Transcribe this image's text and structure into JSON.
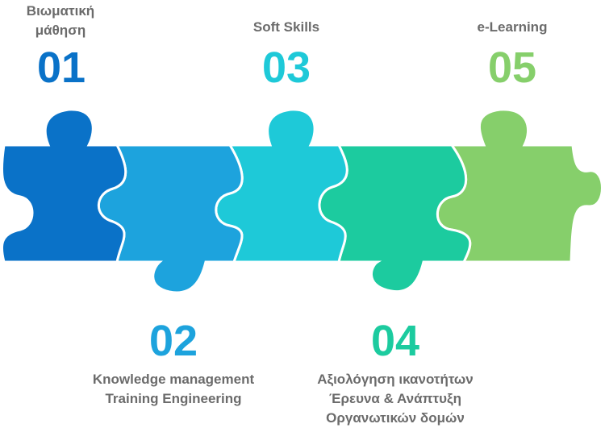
{
  "steps": [
    {
      "number": "01",
      "lines": [
        "Βιωματική",
        "μάθηση"
      ],
      "color": "#0a72c8"
    },
    {
      "number": "02",
      "lines": [
        "Knowledge management",
        "Training Engineering"
      ],
      "color": "#1da3dd"
    },
    {
      "number": "03",
      "lines": [
        "Soft Skills"
      ],
      "color": "#1ec9d8"
    },
    {
      "number": "04",
      "lines": [
        "Αξιολόγηση ικανοτήτων",
        "Έρευνα & Ανάπτυξη",
        "Οργανωτικών δομών"
      ],
      "color": "#1ccb9f"
    },
    {
      "number": "05",
      "lines": [
        "e-Learning"
      ],
      "color": "#86cf6b"
    }
  ],
  "text_color": "#6b6b6b"
}
